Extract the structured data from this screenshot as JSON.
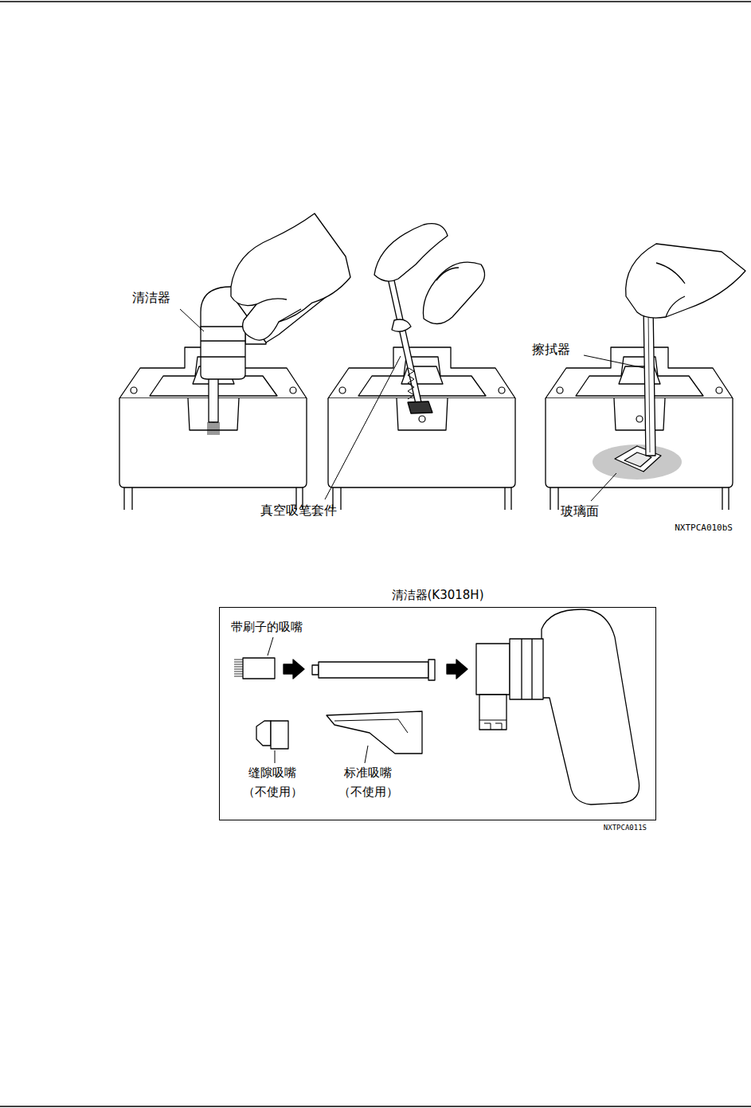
{
  "diagram": {
    "nodes": [
      {
        "text": [
          "清洁器(K3018H)"
        ]
      }
    ],
    "labels": [
      "清洁器",
      "真空吸笔套件",
      "擦拭器",
      "玻璃面",
      "NXTPCA010bS",
      "带刷子的吸嘴",
      "缝隙吸嘴 （不使用）",
      "标准吸嘴 （不使用）",
      "NXTPCA011S"
    ]
  }
}
